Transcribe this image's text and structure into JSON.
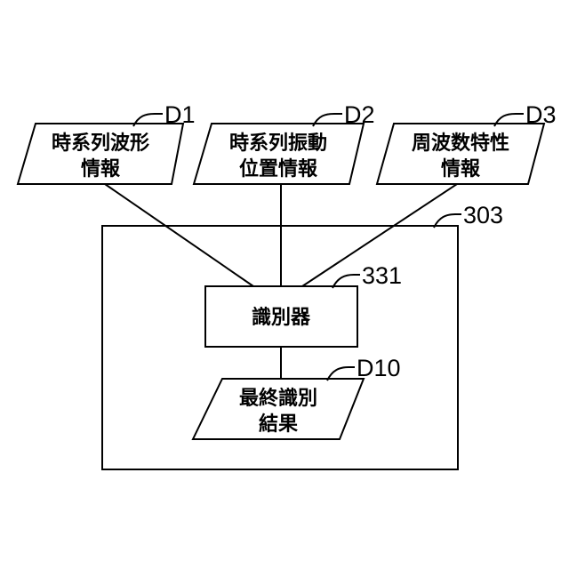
{
  "inputs": [
    {
      "line1": "時系列波形",
      "line2": "情報",
      "ref": "D1"
    },
    {
      "line1": "時系列振動",
      "line2": "位置情報",
      "ref": "D2"
    },
    {
      "line1": "周波数特性",
      "line2": "情報",
      "ref": "D3"
    }
  ],
  "module": {
    "ref": "303"
  },
  "classifier": {
    "label": "識別器",
    "ref": "331"
  },
  "result": {
    "line1": "最終識別",
    "line2": "結果",
    "ref": "D10"
  }
}
